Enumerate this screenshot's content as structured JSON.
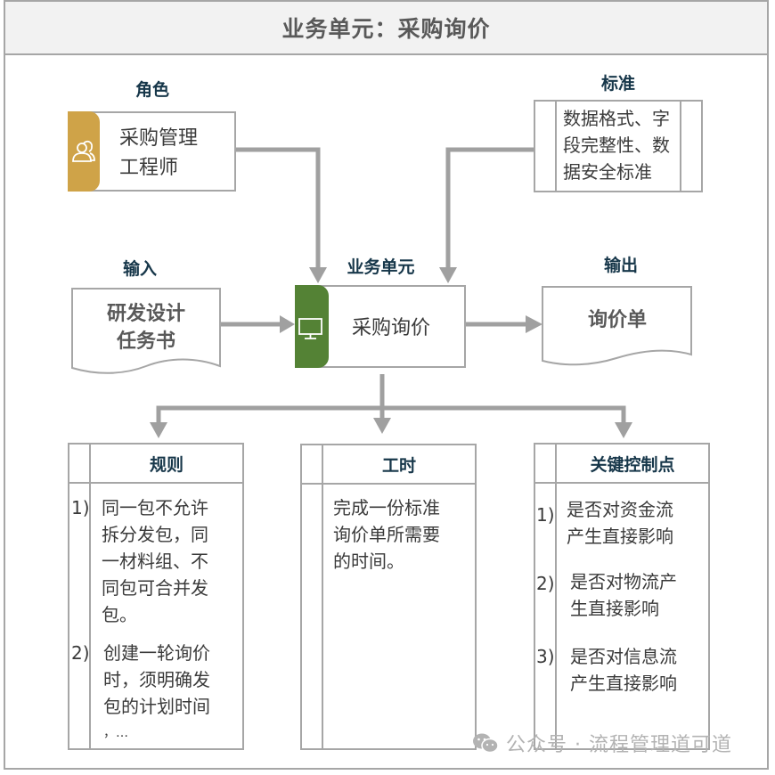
{
  "title": "业务单元：采购询价",
  "colors": {
    "role_accent": "#cfa348",
    "unit_accent": "#548235",
    "label_text": "#17374a",
    "connector": "#a0a0a0",
    "border": "#a6a6a6"
  },
  "role": {
    "label": "角色",
    "icon": "users-icon",
    "lines": [
      "采购管理",
      "工程师"
    ]
  },
  "standard": {
    "label": "标准",
    "lines": [
      "数据格式、字",
      "段完整性、数",
      "据安全标准"
    ]
  },
  "input": {
    "label": "输入",
    "lines": [
      "研发设计",
      "任务书"
    ]
  },
  "unit": {
    "label": "业务单元",
    "icon": "monitor-icon",
    "name": "采购询价"
  },
  "output": {
    "label": "输出",
    "name": "询价单"
  },
  "rules": {
    "title": "规则",
    "items": [
      {
        "num": "1)",
        "lines": [
          "同一包不允许",
          "拆分发包，同",
          "一材料组、不",
          "同包可合并发",
          "包。"
        ]
      },
      {
        "num": "2)",
        "lines": [
          "创建一轮询价",
          "时，须明确发",
          "包的计划时间",
          "，…"
        ]
      }
    ]
  },
  "workhours": {
    "title": "工时",
    "lines": [
      "完成一份标准",
      "询价单所需要",
      "的时间。"
    ]
  },
  "control_points": {
    "title": "关键控制点",
    "items": [
      {
        "num": "1)",
        "lines": [
          "是否对资金流",
          "产生直接影响"
        ]
      },
      {
        "num": "2)",
        "lines": [
          "是否对物流产",
          "生直接影响"
        ]
      },
      {
        "num": "3)",
        "lines": [
          "是否对信息流",
          "产生直接影响"
        ]
      }
    ]
  },
  "watermark": {
    "icon": "wechat-icon",
    "text": "公众号 · 流程管理道可道"
  }
}
